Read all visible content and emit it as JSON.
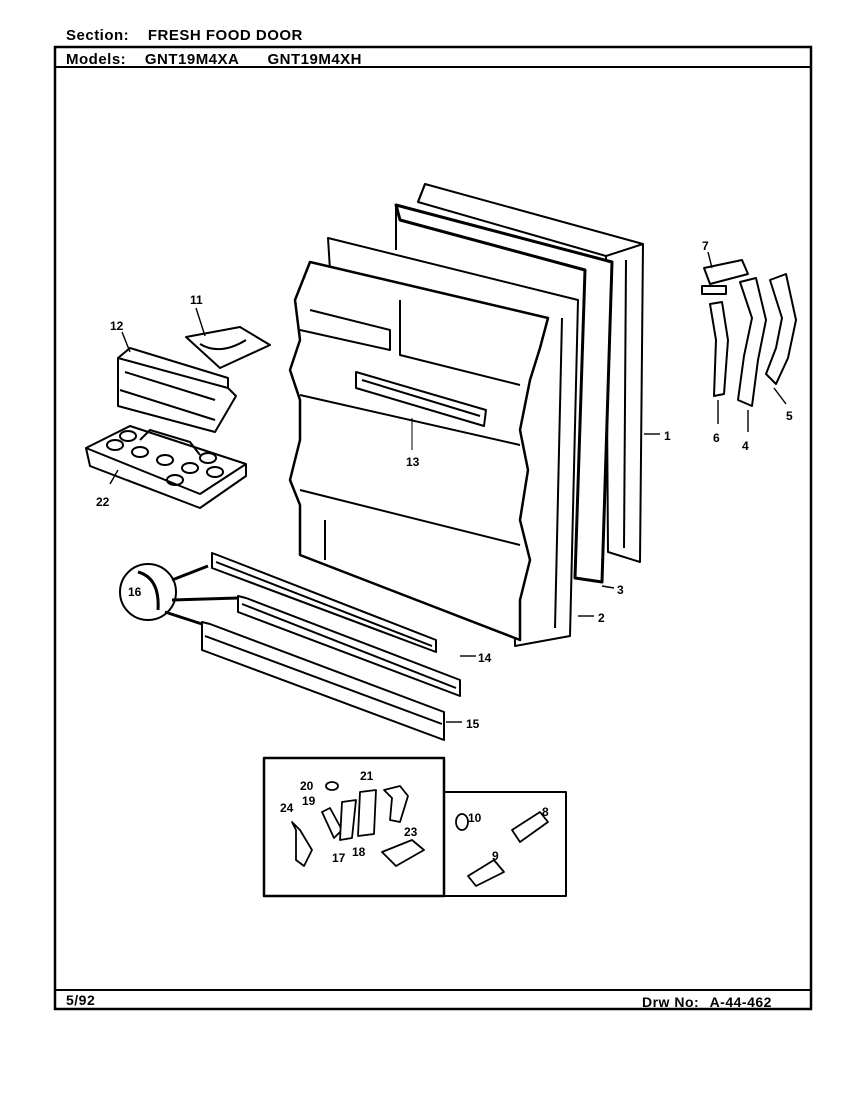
{
  "header": {
    "section_label": "Section:",
    "section_value": "FRESH FOOD DOOR",
    "models_label": "Models:",
    "models": [
      "GNT19M4XA",
      "GNT19M4XH"
    ]
  },
  "parts": {
    "p1": "1",
    "p2": "2",
    "p3": "3",
    "p4": "4",
    "p5": "5",
    "p6": "6",
    "p7": "7",
    "p8": "8",
    "p9": "9",
    "p10": "10",
    "p11": "11",
    "p12": "12",
    "p13": "13",
    "p14": "14",
    "p15": "15",
    "p16": "16",
    "p17": "17",
    "p18": "18",
    "p19": "19",
    "p20": "20",
    "p21": "21",
    "p22": "22",
    "p23": "23",
    "p24": "24"
  },
  "footer": {
    "date": "5/92",
    "drawing_label": "Drw No:",
    "drawing_number": "A-44-462"
  }
}
